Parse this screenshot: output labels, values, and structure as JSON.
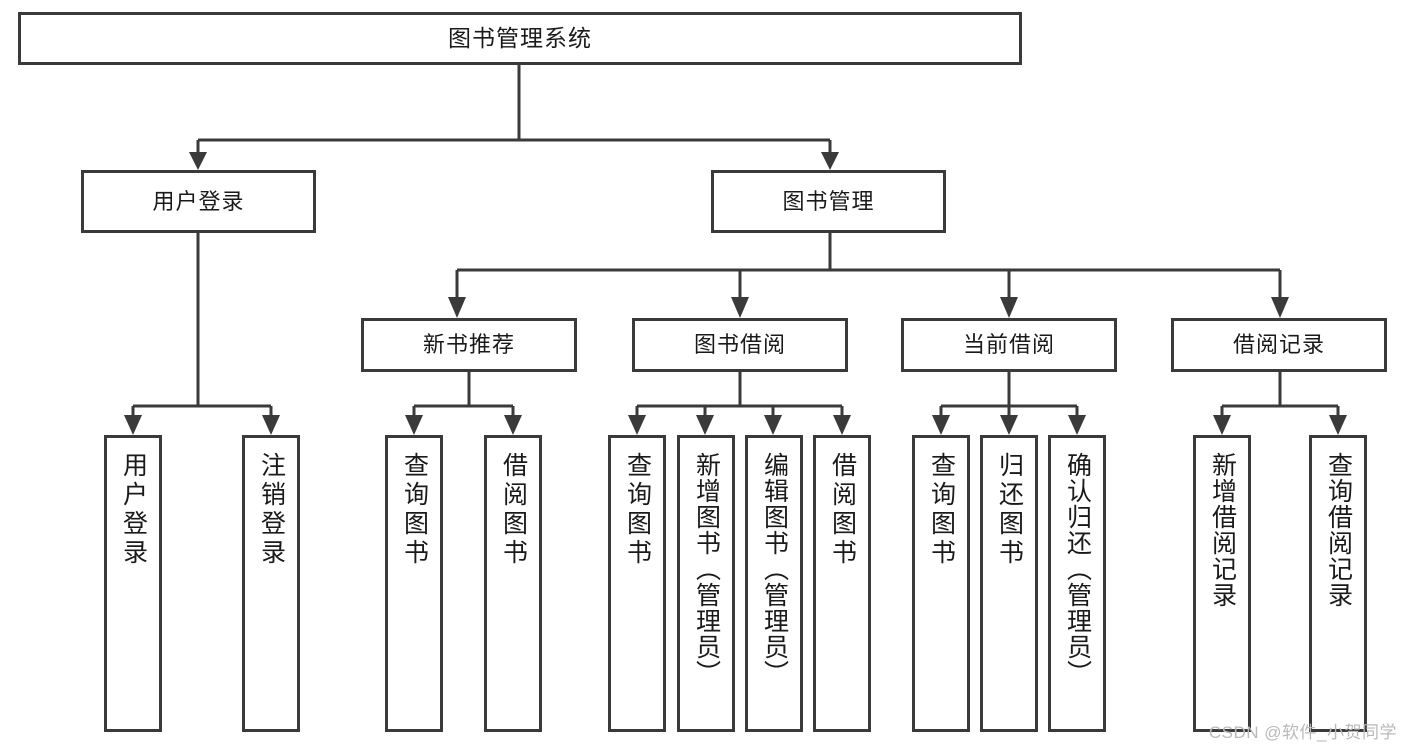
{
  "diagram": {
    "type": "tree",
    "title": "图书管理系统",
    "watermark": "CSDN @软件_小贺同学",
    "colors": {
      "stroke": "#3a3a3a",
      "fill": "#ffffff",
      "text": "#1a1a1a",
      "watermark": "#b9b9b9"
    },
    "nodes": {
      "root": "图书管理系统",
      "level2": [
        {
          "label": "用户登录"
        },
        {
          "label": "图书管理"
        }
      ],
      "level3": [
        {
          "label": "新书推荐"
        },
        {
          "label": "图书借阅"
        },
        {
          "label": "当前借阅"
        },
        {
          "label": "借阅记录"
        }
      ],
      "leaves": {
        "user_login": [
          {
            "label": "用户登录"
          },
          {
            "label": "注销登录"
          }
        ],
        "new_book": [
          {
            "label": "查询图书"
          },
          {
            "label": "借阅图书"
          }
        ],
        "borrow_book": [
          {
            "label": "查询图书"
          },
          {
            "label": "新增图书（管理员）"
          },
          {
            "label": "编辑图书（管理员）"
          },
          {
            "label": "借阅图书"
          }
        ],
        "current_borrow": [
          {
            "label": "查询图书"
          },
          {
            "label": "归还图书"
          },
          {
            "label": "确认归还（管理员）"
          }
        ],
        "borrow_record": [
          {
            "label": "新增借阅记录"
          },
          {
            "label": "查询借阅记录"
          }
        ]
      }
    }
  }
}
